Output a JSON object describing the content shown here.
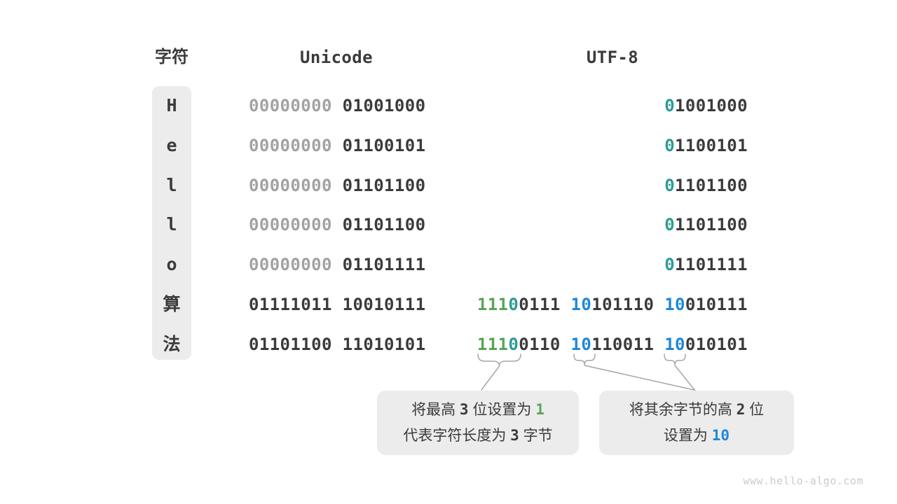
{
  "headers": {
    "char": "字符",
    "unicode": "Unicode",
    "utf8": "UTF-8"
  },
  "colors": {
    "dark": "#3b3b3b",
    "gray": "#a2a2a2",
    "teal": "#2b9c93",
    "green": "#5aa457",
    "blue": "#1f88d8"
  },
  "rows": [
    {
      "char": "H",
      "unicode": [
        {
          "t": "00000000",
          "c": "gray"
        },
        {
          "t": " 01001000",
          "c": "dark"
        }
      ],
      "utf8": [
        {
          "t": "0",
          "c": "teal"
        },
        {
          "t": "1001000",
          "c": "dark"
        }
      ]
    },
    {
      "char": "e",
      "unicode": [
        {
          "t": "00000000",
          "c": "gray"
        },
        {
          "t": " 01100101",
          "c": "dark"
        }
      ],
      "utf8": [
        {
          "t": "0",
          "c": "teal"
        },
        {
          "t": "1100101",
          "c": "dark"
        }
      ]
    },
    {
      "char": "l",
      "unicode": [
        {
          "t": "00000000",
          "c": "gray"
        },
        {
          "t": " 01101100",
          "c": "dark"
        }
      ],
      "utf8": [
        {
          "t": "0",
          "c": "teal"
        },
        {
          "t": "1101100",
          "c": "dark"
        }
      ]
    },
    {
      "char": "l",
      "unicode": [
        {
          "t": "00000000",
          "c": "gray"
        },
        {
          "t": " 01101100",
          "c": "dark"
        }
      ],
      "utf8": [
        {
          "t": "0",
          "c": "teal"
        },
        {
          "t": "1101100",
          "c": "dark"
        }
      ]
    },
    {
      "char": "o",
      "unicode": [
        {
          "t": "00000000",
          "c": "gray"
        },
        {
          "t": " 01101111",
          "c": "dark"
        }
      ],
      "utf8": [
        {
          "t": "0",
          "c": "teal"
        },
        {
          "t": "1101111",
          "c": "dark"
        }
      ]
    },
    {
      "char": "算",
      "unicode": [
        {
          "t": "01111011 10010111",
          "c": "dark"
        }
      ],
      "utf8": [
        {
          "t": "111",
          "c": "green"
        },
        {
          "t": "0",
          "c": "teal"
        },
        {
          "t": "0111 ",
          "c": "dark"
        },
        {
          "t": "10",
          "c": "blue"
        },
        {
          "t": "101110 ",
          "c": "dark"
        },
        {
          "t": "10",
          "c": "blue"
        },
        {
          "t": "010111",
          "c": "dark"
        }
      ]
    },
    {
      "char": "法",
      "unicode": [
        {
          "t": "01101100 11010101",
          "c": "dark"
        }
      ],
      "utf8": [
        {
          "t": "111",
          "c": "green"
        },
        {
          "t": "0",
          "c": "teal"
        },
        {
          "t": "0110 ",
          "c": "dark"
        },
        {
          "t": "10",
          "c": "blue"
        },
        {
          "t": "110011 ",
          "c": "dark"
        },
        {
          "t": "10",
          "c": "blue"
        },
        {
          "t": "010101",
          "c": "dark"
        }
      ]
    }
  ],
  "callouts": {
    "left": {
      "lines": [
        [
          {
            "t": "将最高 ",
            "c": "dark"
          },
          {
            "t": "3",
            "c": "dark",
            "num": true
          },
          {
            "t": " 位设置为 ",
            "c": "dark"
          },
          {
            "t": "1",
            "c": "green",
            "num": true
          }
        ],
        [
          {
            "t": "代表字符长度为 ",
            "c": "dark"
          },
          {
            "t": "3",
            "c": "dark",
            "num": true
          },
          {
            "t": " 字节",
            "c": "dark"
          }
        ]
      ]
    },
    "right": {
      "lines": [
        [
          {
            "t": "将其余字节的高 ",
            "c": "dark"
          },
          {
            "t": "2",
            "c": "dark",
            "num": true
          },
          {
            "t": " 位",
            "c": "dark"
          }
        ],
        [
          {
            "t": "设置为 ",
            "c": "dark"
          },
          {
            "t": "10",
            "c": "blue",
            "num": true
          }
        ]
      ]
    }
  },
  "page": {
    "watermark": "www.hello-algo.com"
  }
}
